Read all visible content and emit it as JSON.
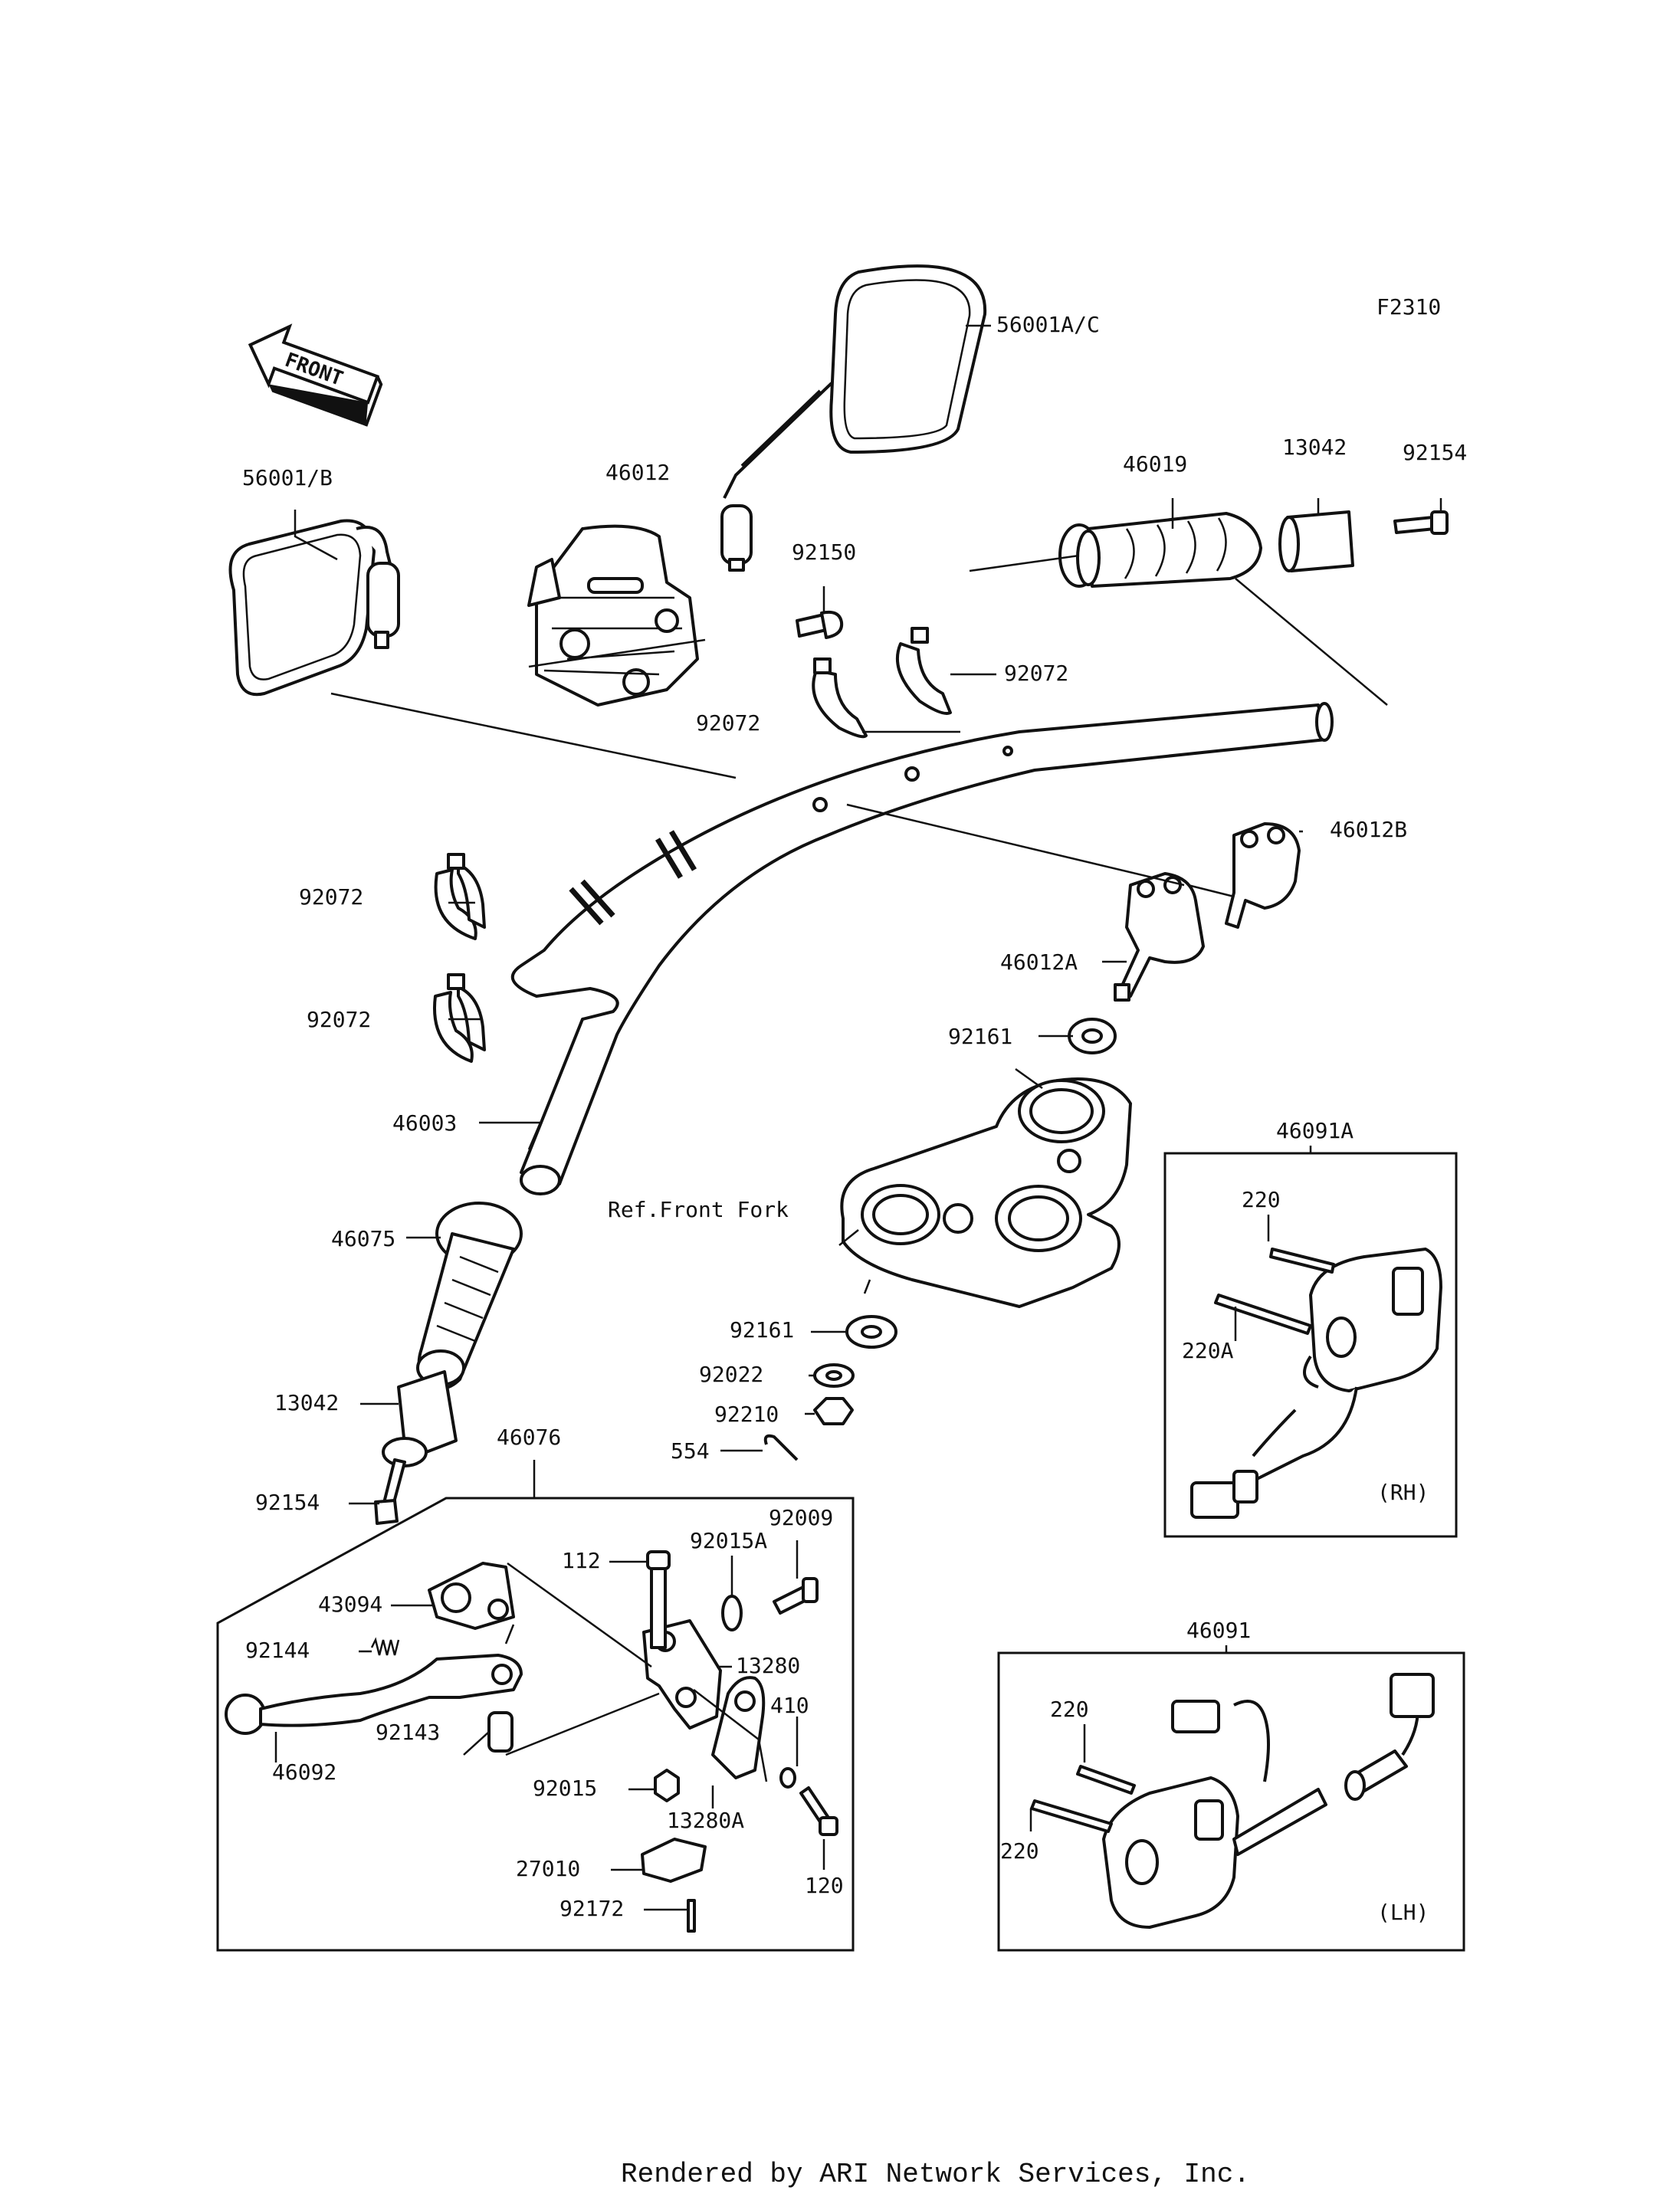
{
  "figure_code": "F2310",
  "front_label": "FRONT",
  "credit": "Rendered by ARI Network Services, Inc.",
  "ref_label": "Ref.Front Fork",
  "box_tags": {
    "rh": "(RH)",
    "lh": "(LH)"
  },
  "callouts": {
    "mirror_rh": "56001A/C",
    "mirror_lh": "56001/B",
    "clamp_upper": "46012",
    "bolt_92150": "92150",
    "grip_rh": "46019",
    "weight_rh": "13042",
    "screw_rh": "92154",
    "band_a": "92072",
    "band_b": "92072",
    "band_c": "92072",
    "band_d": "92072",
    "holder_b": "46012B",
    "holder_a": "46012A",
    "washer_top": "92161",
    "handlebar": "46003",
    "grip_lh": "46075",
    "weight_lh": "13042",
    "screw_lh": "92154",
    "washer_92161b": "92161",
    "washer_92022": "92022",
    "nut_92210": "92210",
    "pin_554": "554",
    "lever_assy": "46076",
    "bolt_112": "112",
    "washer_92015a": "92015A",
    "screw_92009": "92009",
    "adjuster_43094": "43094",
    "spring_92144": "92144",
    "holder_13280": "13280",
    "lever_46092": "46092",
    "collar_92143": "92143",
    "oring_410": "410",
    "nut_92015": "92015",
    "clamp_13280a": "13280A",
    "bolt_120": "120",
    "switch_27010": "27010",
    "screw_92172": "92172",
    "switch_rh": "46091A",
    "screw_220_rh": "220",
    "screw_220a": "220A",
    "switch_lh": "46091",
    "screw_220_lh1": "220",
    "screw_220_lh2": "220"
  }
}
